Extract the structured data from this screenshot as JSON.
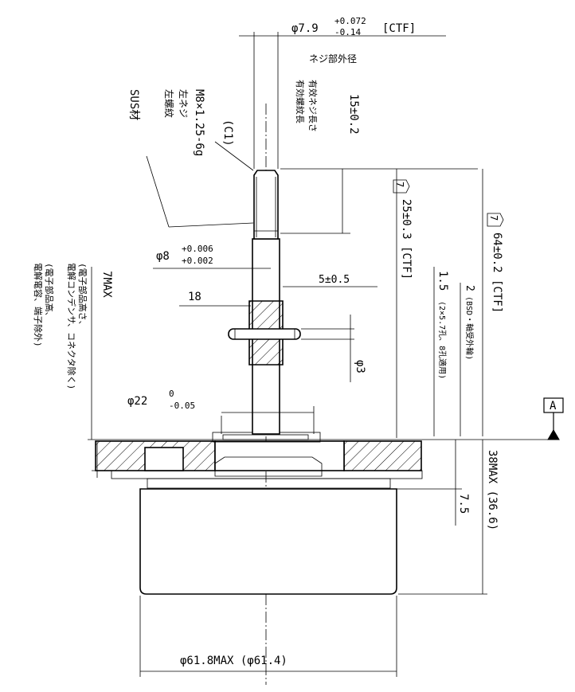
{
  "labels": {
    "thread_dia": "φ7.9",
    "thread_dia_tol_upper": "+0.072",
    "thread_dia_tol_lower": "-0.14",
    "ctf": "[CTF]",
    "thread_outer_dia_note": "ネジ部外径",
    "thread_spec": "M8×1.25-6g",
    "left_thread_1": "左ネジ",
    "left_thread_2": "左螺紋",
    "material": "SUS材",
    "chamfer": "(C1)",
    "thread_length": "15±0.2",
    "eff_thread_1": "有效ネジ長さ",
    "eff_thread_2": "有効螺紋長",
    "shaft_dia": "φ8",
    "shaft_tol_upper": "+0.006",
    "shaft_tol_lower": "+0.002",
    "dim_18": "18",
    "dim_5": "5±0.5",
    "pin_dia": "φ3",
    "flange_dia": "φ22",
    "flange_tol_upper": "0",
    "flange_tol_lower": "-0.05",
    "dim_25": "25±0.3 [CTF]",
    "dim_64": "64±0.2 [CTF]",
    "dim_1_5": "1.5",
    "dim_1_5_note": "(2×5.7孔、8孔適用)",
    "dim_2": "2",
    "dim_2_note": "(BSD・軸受外輪)",
    "datum": "A",
    "flag_7": "7",
    "dim_38": "38MAX (36.6)",
    "dim_7_5": "7.5",
    "dim_7max": "7MAX",
    "note_1": "(電子部品高さ、",
    "note_2": "電解コンデンサ、コネクタ除く)",
    "note_3": "(電子部品高、",
    "note_4": "電解電容、端子除外)",
    "body_dia": "φ61.8MAX (φ61.4)"
  }
}
